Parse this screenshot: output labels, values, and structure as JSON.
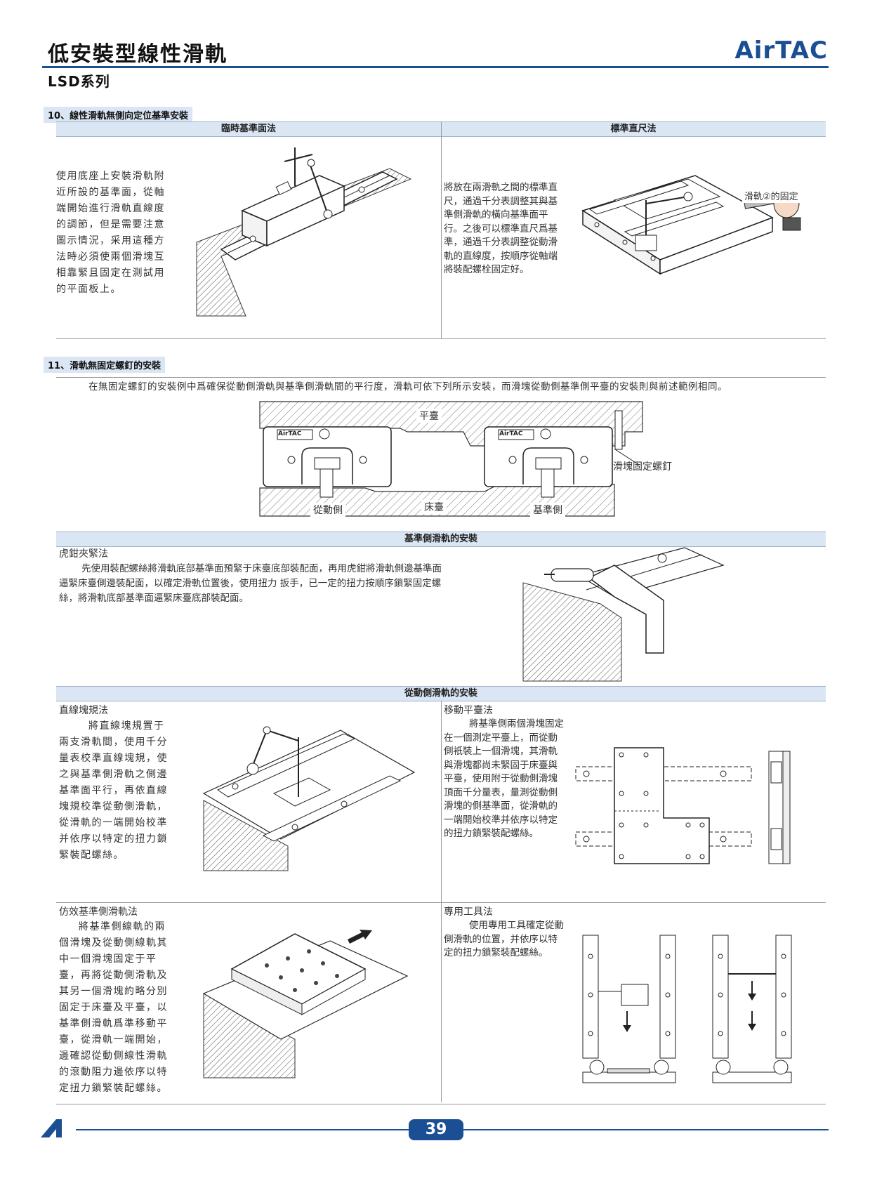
{
  "header": {
    "title": "低安裝型線性滑軌",
    "subtitle": "LSD系列",
    "logo": "AirTAC"
  },
  "section10": {
    "label": "10、線性滑軌無側向定位基準安裝",
    "col_left_head": "臨時基準面法",
    "col_right_head": "標準直尺法",
    "left_text": "使用底座上安裝滑軌附近所設的基準面，從軸端開始進行滑軌直線度的調節，但是需要注意圖示情況，采用這種方法時必須使兩個滑塊互相靠緊且固定在測試用的平面板上。",
    "right_text": "將放在兩滑軌之間的標準直尺，通過千分表調整其與基準側滑軌的橫向基準面平行。之後可以標準直尺爲基準，通過千分表調整從動滑軌的直線度，按順序從軸端將裝配螺栓固定好。",
    "right_callout": "滑軌②的固定"
  },
  "section11": {
    "label": "11、滑軌無固定螺釘的安裝",
    "intro": "在無固定螺釘的安裝例中爲確保從動側滑軌與基準側滑軌間的平行度，滑軌可依下列所示安裝，而滑塊從動側基準側平臺的安裝則與前述範例相同。",
    "diagram_labels": {
      "table": "平臺",
      "bed": "床臺",
      "driven": "從動側",
      "reference": "基準側",
      "screw": "滑塊固定螺釘",
      "block_logo": "AirTAC"
    }
  },
  "reference_install": {
    "head": "基準側滑軌的安裝",
    "method": "虎鉗夾緊法",
    "text": "先使用裝配螺絲將滑軌底部基準面預緊于床臺底部裝配面，再用虎鉗將滑軌側邊基準面逼緊床臺側邊裝配面，以確定滑軌位置後，使用扭力 扳手，已一定的扭力按順序鎖緊固定螺絲，將滑軌底部基準面逼緊床臺底部裝配面。"
  },
  "driven_install": {
    "head": "從動側滑軌的安裝",
    "m1_title": "直線塊規法",
    "m1_text": "將直線塊規置于兩支滑軌間，使用千分量表校準直線塊規，使之與基準側滑軌之側邊基準面平行，再依直線塊規校準從動側滑軌，從滑軌的一端開始校準并依序以特定的扭力鎖緊裝配螺絲。",
    "m2_title": "移動平臺法",
    "m2_text": "將基準側兩個滑塊固定在一個測定平臺上，而從動側衹裝上一個滑塊，其滑軌與滑塊都尚未緊固于床臺與平臺，使用附于從動側滑塊頂面千分量表，量測從動側滑塊的側基準面，從滑軌的一端開始校準并依序以特定的扭力鎖緊裝配螺絲。",
    "m3_title": "仿效基準側滑軌法",
    "m3_text": "將基準側線軌的兩個滑塊及從動側線軌其中一個滑塊固定于平臺，再將從動側滑軌及其另一個滑塊約略分別固定于床臺及平臺，以基準側滑軌爲準移動平臺，從滑軌一端開始，邊確認從動側線性滑軌的滾動阻力邊依序以特定扭力鎖緊裝配螺絲。",
    "m4_title": "專用工具法",
    "m4_text": "使用專用工具確定從動側滑軌的位置，并依序以特定的扭力鎖緊裝配螺絲。"
  },
  "footer": {
    "page": "39"
  },
  "colors": {
    "brand": "#1b4f93",
    "header_bg": "#dbe6f4",
    "line": "#9a9a9a"
  }
}
